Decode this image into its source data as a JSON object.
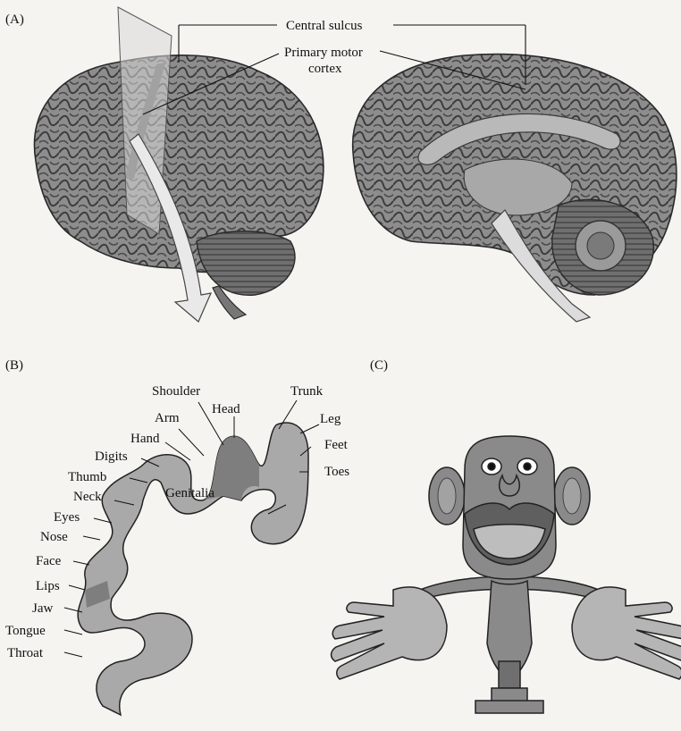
{
  "panels": {
    "a": "(A)",
    "b": "(B)",
    "c": "(C)"
  },
  "panel_a": {
    "central_sulcus": "Central sulcus",
    "primary_motor_line1": "Primary motor",
    "primary_motor_line2": "cortex"
  },
  "panel_b": {
    "labels": {
      "shoulder": "Shoulder",
      "trunk": "Trunk",
      "head": "Head",
      "arm": "Arm",
      "leg": "Leg",
      "hand": "Hand",
      "feet": "Feet",
      "digits": "Digits",
      "toes": "Toes",
      "thumb": "Thumb",
      "genitalia": "Genitalia",
      "neck": "Neck",
      "eyes": "Eyes",
      "nose": "Nose",
      "face": "Face",
      "lips": "Lips",
      "jaw": "Jaw",
      "tongue": "Tongue",
      "throat": "Throat"
    }
  },
  "colors": {
    "background": "#f6f4f0",
    "brain_gray": "#8c8c8c",
    "strip_light": "#a9a9a9",
    "strip_dark": "#7e7e7e"
  }
}
